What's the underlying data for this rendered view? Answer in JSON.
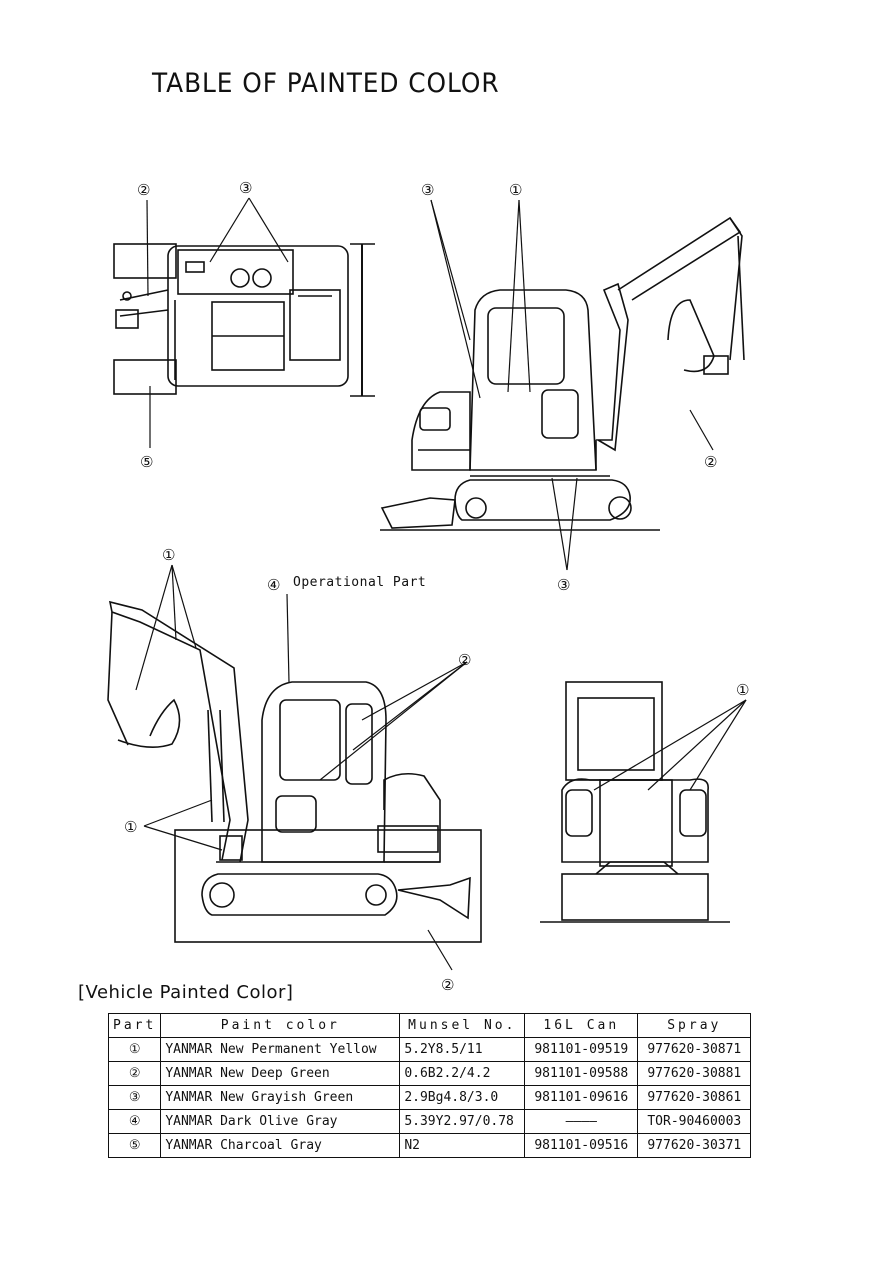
{
  "title": "TABLE OF PAINTED COLOR",
  "callouts": {
    "top_view": [
      "②",
      "③",
      "⑤"
    ],
    "side_right": [
      "③",
      "①",
      "②",
      "③"
    ],
    "side_left": [
      "①",
      "④",
      "②",
      "①",
      "②"
    ],
    "rear": [
      "①"
    ]
  },
  "operational_label": "Operational Part",
  "section_title": "[Vehicle Painted Color]",
  "table": {
    "headers": [
      "Part",
      "Paint color",
      "Munsel No.",
      "16L Can",
      "Spray"
    ],
    "rows": [
      {
        "part": "①",
        "paint": "YANMAR New Permanent Yellow",
        "munsel": "5.2Y8.5/11",
        "can": "981101-09519",
        "spray": "977620-30871"
      },
      {
        "part": "②",
        "paint": "YANMAR New Deep Green",
        "munsel": "0.6B2.2/4.2",
        "can": "981101-09588",
        "spray": "977620-30881"
      },
      {
        "part": "③",
        "paint": "YANMAR New Grayish Green",
        "munsel": "2.9Bg4.8/3.0",
        "can": "981101-09616",
        "spray": "977620-30861"
      },
      {
        "part": "④",
        "paint": "YANMAR Dark Olive Gray",
        "munsel": "5.39Y2.97/0.78",
        "can": "––––",
        "spray": "TOR-90460003"
      },
      {
        "part": "⑤",
        "paint": "YANMAR Charcoal Gray",
        "munsel": "N2",
        "can": "981101-09516",
        "spray": "977620-30371"
      }
    ]
  }
}
